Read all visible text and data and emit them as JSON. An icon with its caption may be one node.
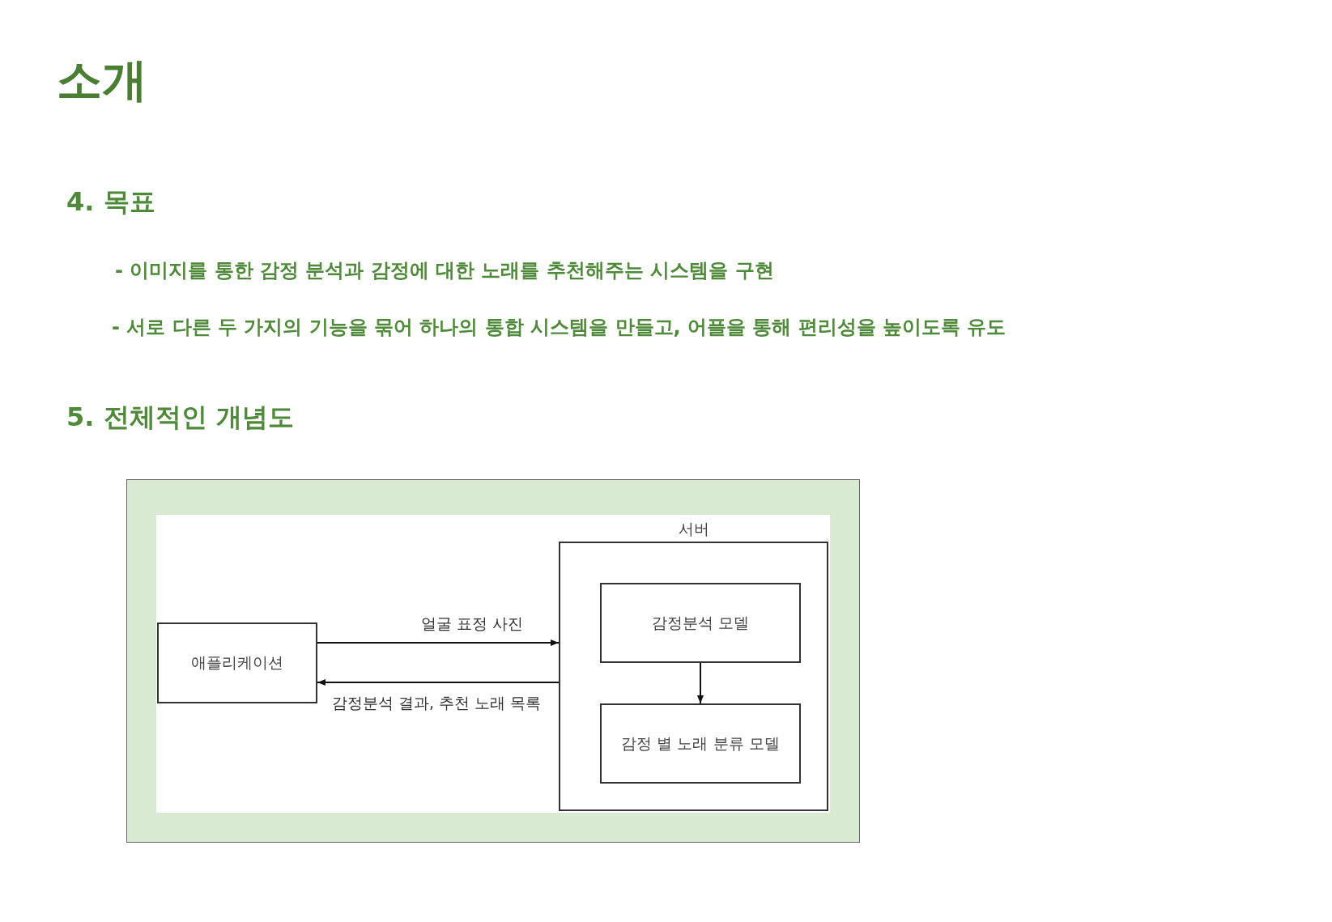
{
  "diagram": {
    "title": "소개",
    "nodes": [
      {
        "text": [
          "애플리케이션"
        ]
      },
      {
        "text": [
          "서버"
        ]
      },
      {
        "text": [
          "감정분석 모델"
        ],
        "in": 1
      },
      {
        "text": [
          "감정 별 노래 분류 모델"
        ],
        "in": 1
      }
    ],
    "edges": [
      {
        "from": 0,
        "to": 1,
        "arrow": "to",
        "label": "얼굴 표정 사진"
      },
      {
        "from": 1,
        "to": 0,
        "arrow": "to",
        "label": "감정분석 결과, 추천 노래 목록"
      },
      {
        "from": 2,
        "to": 3,
        "arrow": "to"
      }
    ],
    "labels": [
      "4. 목표",
      "- 이미지를 통한 감정 분석과 감정에 대한 노래를 추천해주는 시스템을 구현",
      "- 서로 다른 두 가지의 기능을 묶어 하나의 통합 시스템을 만들고, 어플을 통해 편리성을 높이도록 유도",
      "5. 전체적인 개념도"
    ]
  }
}
